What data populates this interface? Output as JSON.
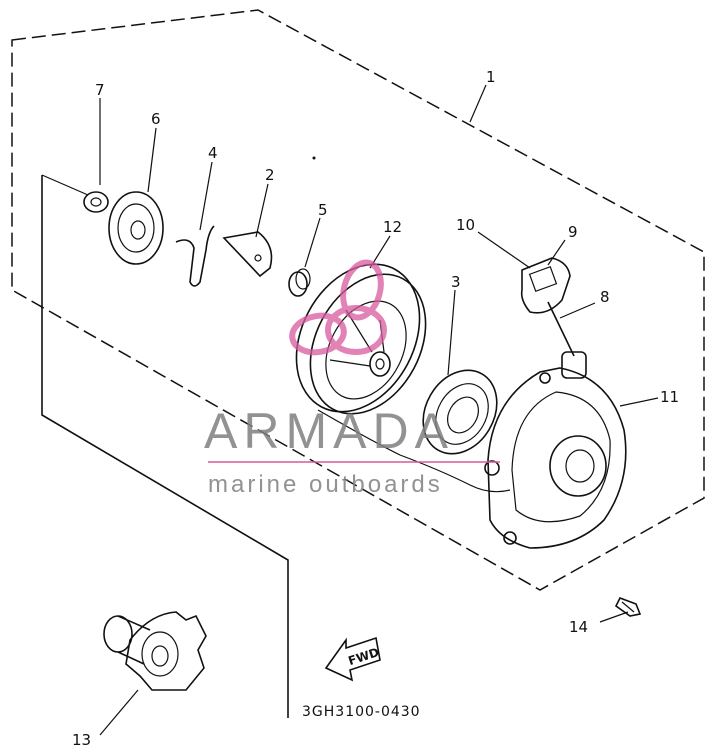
{
  "diagram": {
    "part_labels": {
      "p1": "1",
      "p2": "2",
      "p3": "3",
      "p4": "4",
      "p5": "5",
      "p6": "6",
      "p7": "7",
      "p8": "8",
      "p9": "9",
      "p10": "10",
      "p11": "11",
      "p12": "12",
      "p13": "13",
      "p14": "14"
    },
    "fwd_arrow_text": "FWD",
    "diagram_code": "3GH3100-0430"
  },
  "watermark": {
    "brand": "ARMADA",
    "tagline": "marine outboards",
    "color": "#d85a9e",
    "gray": "#808080"
  }
}
